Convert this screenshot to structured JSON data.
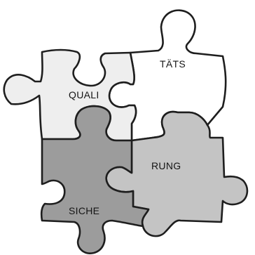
{
  "pieces": [
    {
      "id": "tl",
      "label": "QUALI",
      "fill": "#eeeeee"
    },
    {
      "id": "tr",
      "label": "TÄTS",
      "fill": "#ffffff"
    },
    {
      "id": "br",
      "label": "RUNG",
      "fill": "#c4c4c4"
    },
    {
      "id": "bl",
      "label": "SICHE",
      "fill": "#9c9c9c"
    }
  ]
}
